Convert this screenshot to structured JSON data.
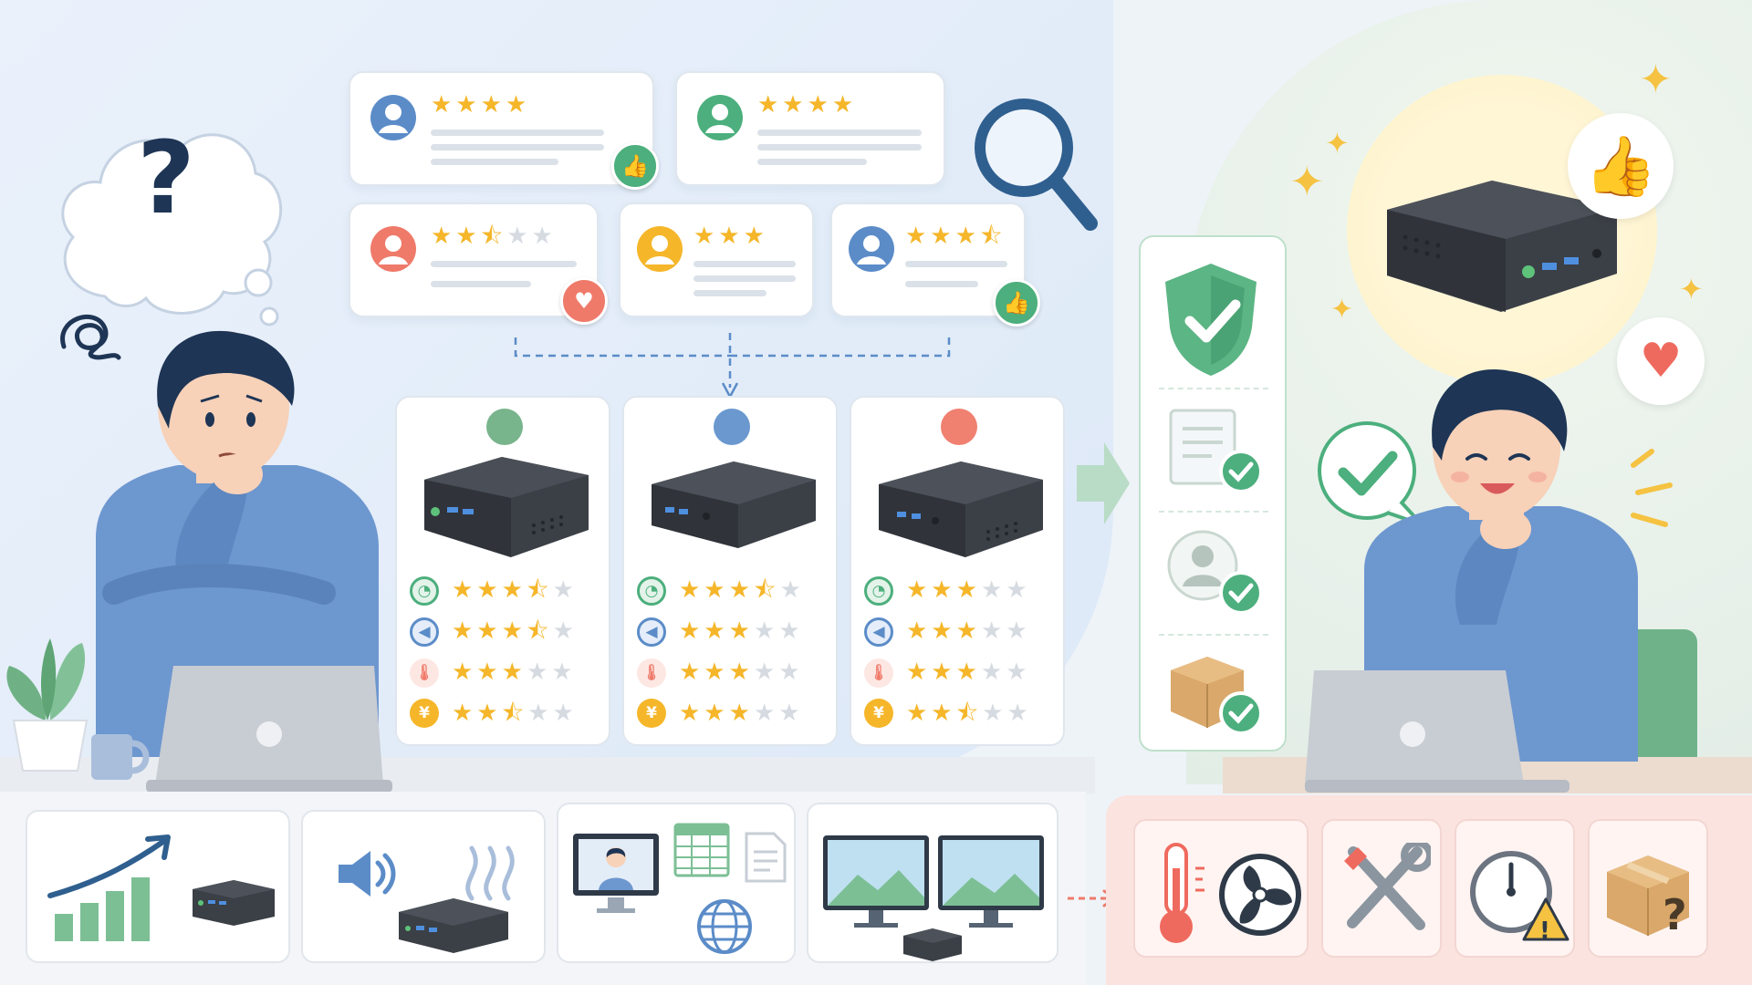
{
  "colors": {
    "star_on": "#f5b62a",
    "star_off": "#d6dbe1",
    "accent_green": "#4caf7d",
    "accent_blue": "#5b8cc8",
    "accent_red": "#ef7a6a",
    "device_dark": "#3b3f46",
    "shirt_blue": "#6d97cf",
    "warning_bg": "#fbe3df"
  },
  "icons": {
    "thinking": [
      "question-mark-icon",
      "confused-scribble-icon"
    ],
    "review_tools": [
      "magnifier-icon",
      "thumbs-up-icon",
      "heart-icon"
    ],
    "metrics": [
      "speedometer-icon",
      "speaker-icon",
      "thermometer-icon",
      "yen-icon"
    ],
    "checklist": [
      "shield-check-icon",
      "document-check-icon",
      "user-check-icon",
      "package-check-icon"
    ],
    "use_cases": [
      "growth-chart-icon",
      "noise-icon",
      "video-call-icon",
      "dual-monitor-icon"
    ],
    "risks": [
      "heat-fan-icon",
      "repair-tools-icon",
      "clock-warning-icon",
      "box-question-icon"
    ]
  },
  "symbols": {
    "question": "?",
    "yen": "¥",
    "warning": "!"
  },
  "reviews": [
    {
      "rating": 4,
      "max": 5,
      "avatar_color": "#5b8cc8",
      "reaction": "thumbs-up-icon"
    },
    {
      "rating": 4,
      "max": 5,
      "avatar_color": "#4caf7d",
      "reaction": ""
    },
    {
      "rating": 2.5,
      "max": 5,
      "avatar_color": "#ef7a6a",
      "reaction": "heart-icon"
    },
    {
      "rating": 3,
      "max": 5,
      "avatar_color": "#f5b62a",
      "reaction": ""
    },
    {
      "rating": 3.5,
      "max": 5,
      "avatar_color": "#5b8cc8",
      "reaction": "thumbs-up-icon"
    }
  ],
  "products": [
    {
      "dot_color": "#78b48c",
      "ratings": {
        "performance": 3.5,
        "noise": 3.5,
        "heat": 3,
        "price": 2.5
      }
    },
    {
      "dot_color": "#6a98cf",
      "ratings": {
        "performance": 3.5,
        "noise": 3,
        "heat": 3,
        "price": 3
      }
    },
    {
      "dot_color": "#f08070",
      "ratings": {
        "performance": 3,
        "noise": 3,
        "heat": 3,
        "price": 2.5
      }
    }
  ]
}
